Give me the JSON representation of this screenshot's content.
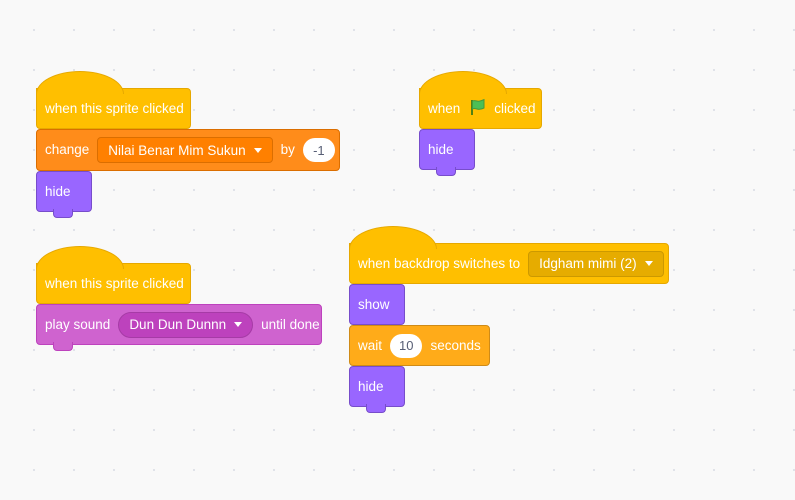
{
  "colors": {
    "events": "#ffbf00",
    "looks": "#9966ff",
    "variables": "#ff8c1a",
    "sound": "#cf63cf",
    "control": "#ffab19"
  },
  "scripts": [
    {
      "hat": {
        "label": "when this sprite clicked"
      },
      "change": {
        "prefix": "change",
        "variable": "Nilai Benar Mim Sukun",
        "middle": "by",
        "amount": "-1"
      },
      "hide": {
        "label": "hide"
      }
    },
    {
      "hat": {
        "label_before": "when",
        "icon": "green-flag-icon",
        "label_after": "clicked"
      },
      "hide": {
        "label": "hide"
      }
    },
    {
      "hat": {
        "label": "when this sprite clicked"
      },
      "play_sound": {
        "prefix": "play sound",
        "sound": "Dun Dun Dunnn",
        "suffix": "until done"
      }
    },
    {
      "hat": {
        "label": "when backdrop switches to",
        "backdrop": "Idgham mimi (2)"
      },
      "show": {
        "label": "show"
      },
      "wait": {
        "prefix": "wait",
        "seconds": "10",
        "suffix": "seconds"
      },
      "hide": {
        "label": "hide"
      }
    }
  ]
}
